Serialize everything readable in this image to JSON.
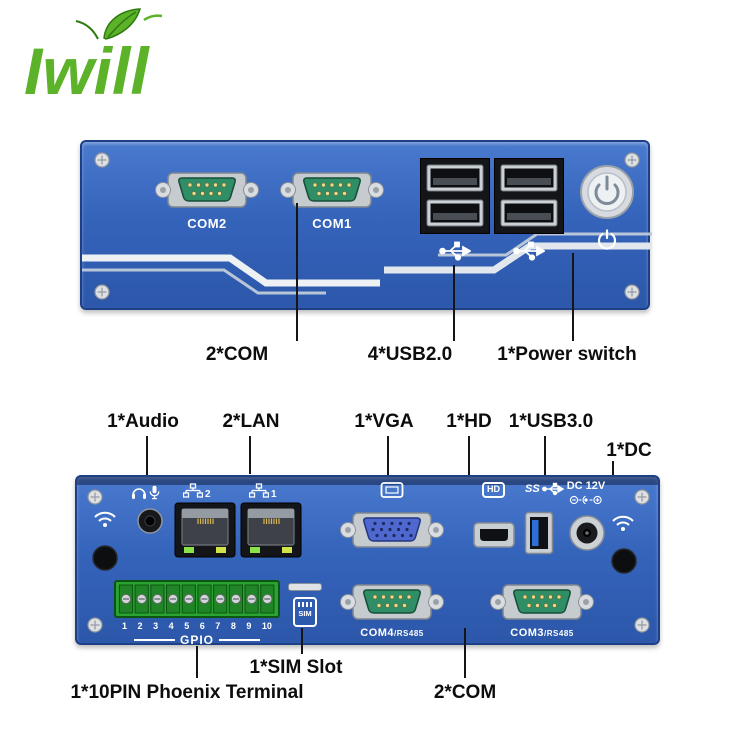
{
  "logo": {
    "text": "Iwill"
  },
  "front_panel": {
    "ports": {
      "com2": "COM2",
      "com1": "COM1"
    },
    "callouts": {
      "com": "2*COM",
      "usb": "4*USB2.0",
      "power": "1*Power switch"
    }
  },
  "rear_panel": {
    "top_callouts": {
      "audio": "1*Audio",
      "lan": "2*LAN",
      "vga": "1*VGA",
      "hd": "1*HD",
      "usb3": "1*USB3.0",
      "dc": "1*DC"
    },
    "labels": {
      "lan2": "2",
      "lan1": "1",
      "hd_icon": "HD",
      "usb3_icon": "SS",
      "dc": "DC 12V",
      "gpio": "GPIO",
      "sim": "SIM",
      "com4": "COM4",
      "com4_suffix": "/RS485",
      "com3": "COM3",
      "com3_suffix": "/RS485"
    },
    "gpio_pins": [
      "1",
      "2",
      "3",
      "4",
      "5",
      "6",
      "7",
      "8",
      "9",
      "10"
    ],
    "bottom_callouts": {
      "sim": "1*SIM Slot",
      "phoenix": "1*10PIN Phoenix Terminal",
      "com": "2*COM"
    }
  },
  "colors": {
    "panel_blue": "#3b6cc4",
    "panel_blue_dark": "#1c3f85",
    "logo_green": "#5cb229",
    "dsub_green": "#2f8e66",
    "vga_blue": "#4f68cf",
    "usb3_blue": "#2f6fd8",
    "label_black": "#111111"
  }
}
